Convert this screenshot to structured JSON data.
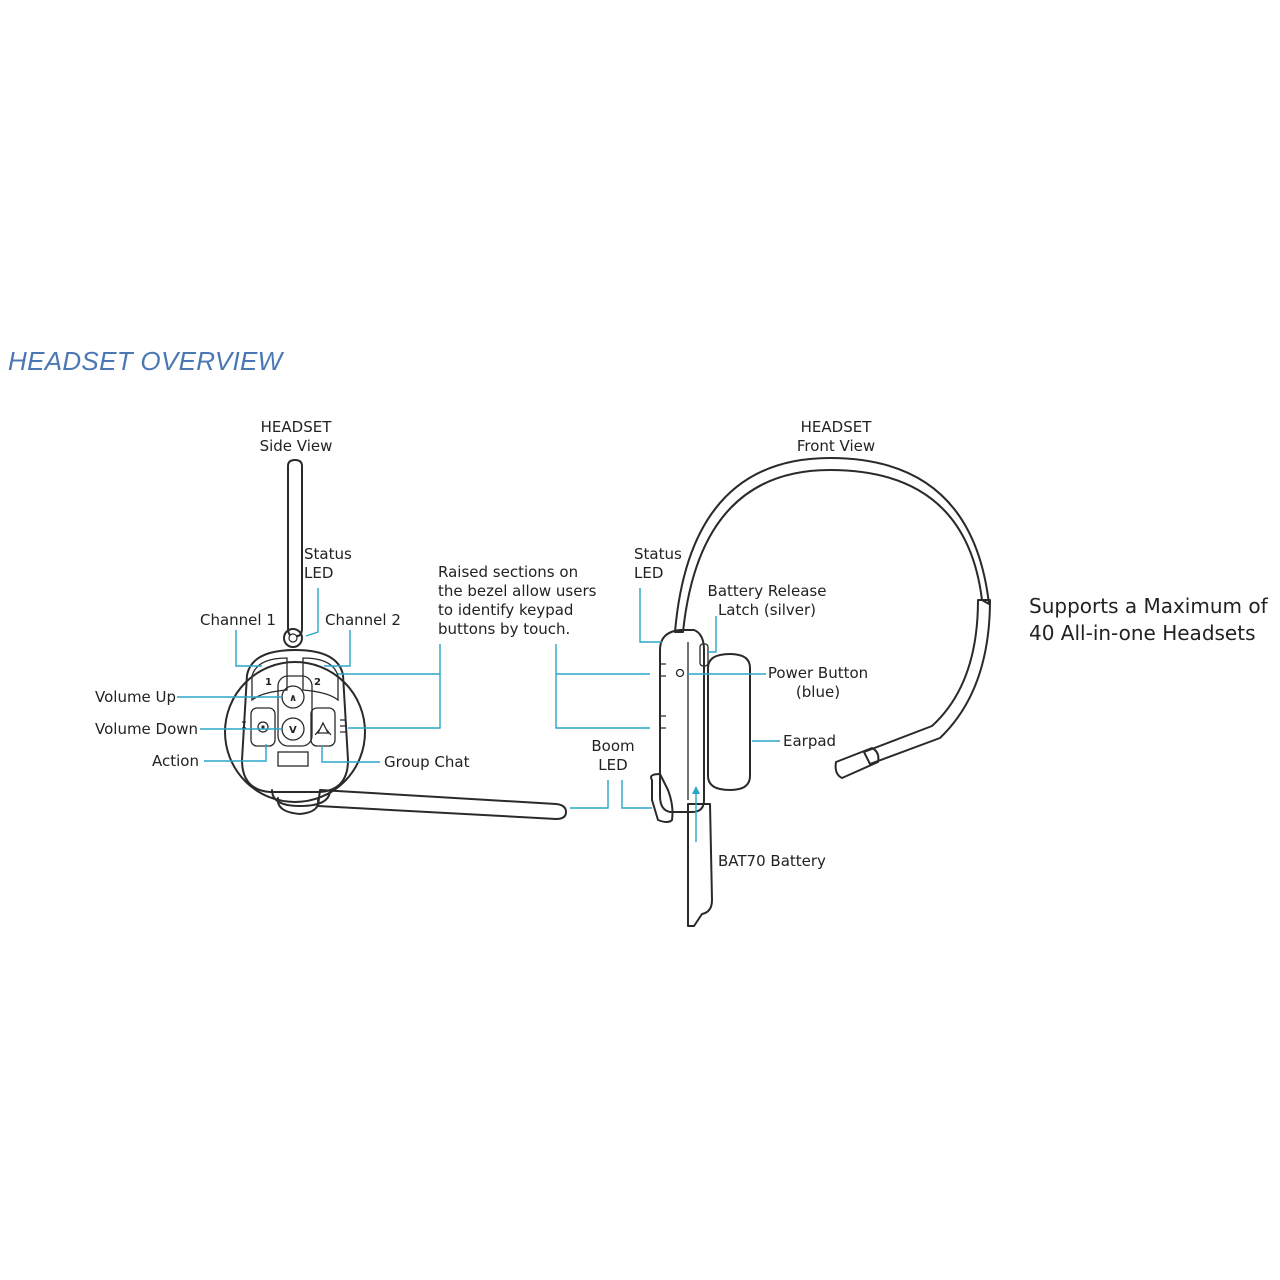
{
  "title": "HEADSET OVERVIEW",
  "side_view": {
    "heading_line1": "HEADSET",
    "heading_line2": "Side View",
    "labels": {
      "status_led_line1": "Status",
      "status_led_line2": "LED",
      "channel_1": "Channel 1",
      "channel_2": "Channel 2",
      "volume_up": "Volume Up",
      "volume_down": "Volume Down",
      "action": "Action",
      "group_chat": "Group Chat"
    },
    "keypad": {
      "key1": "1",
      "key2": "2",
      "up": "∧",
      "down": "V"
    }
  },
  "bezel_note": {
    "line1": "Raised sections on",
    "line2": "the bezel allow users",
    "line3": "to identify keypad",
    "line4": "buttons by touch."
  },
  "front_view": {
    "heading_line1": "HEADSET",
    "heading_line2": "Front View",
    "labels": {
      "status_led_line1": "Status",
      "status_led_line2": "LED",
      "battery_latch_line1": "Battery Release",
      "battery_latch_line2": "Latch (silver)",
      "power_button_line1": "Power Button",
      "power_button_line2": "(blue)",
      "earpad": "Earpad",
      "boom_led_line1": "Boom",
      "boom_led_line2": "LED",
      "battery": "BAT70 Battery"
    }
  },
  "capacity_note": {
    "line1": "Supports a Maximum of",
    "line2": "40 All-in-one Headsets"
  },
  "colors": {
    "title": "#4b78b4",
    "callout": "#2aa6c8",
    "outline": "#2a2a2a"
  }
}
